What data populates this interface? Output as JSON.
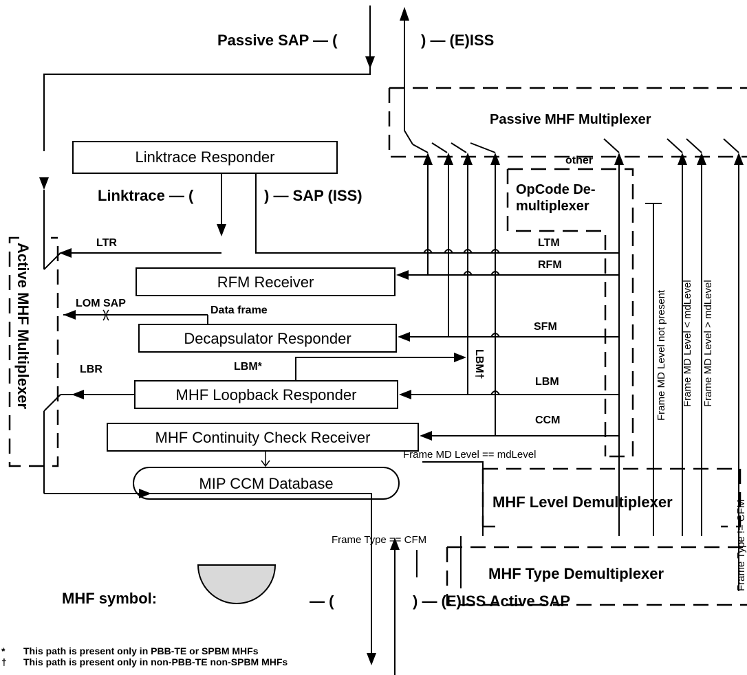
{
  "sap": {
    "passive_prefix": "Passive SAP — (",
    "passive_suffix": ") — (E)ISS",
    "linktrace_prefix": "Linktrace — (",
    "linktrace_suffix": ") — SAP (ISS)",
    "lom": "LOM SAP",
    "active_prefix": "— (",
    "active_suffix": ") — (E)ISS Active SAP"
  },
  "boxes": {
    "linktrace_responder": "Linktrace Responder",
    "rfm_receiver": "RFM Receiver",
    "decapsulator_responder": "Decapsulator Responder",
    "mhf_loopback_responder": "MHF Loopback Responder",
    "mhf_cc_receiver": "MHF Continuity Check Receiver",
    "mip_ccm_database": "MIP CCM Database"
  },
  "groups": {
    "passive_mux": "Passive MHF Multiplexer",
    "active_mux": "Active MHF Multiplexer",
    "opcode_line1": "OpCode De-",
    "opcode_line2": "multiplexer",
    "level_demux": "MHF Level Demultiplexer",
    "type_demux": "MHF Type Demultiplexer"
  },
  "labels": {
    "ltr": "LTR",
    "lbr": "LBR",
    "data_frame": "Data frame",
    "lbm_star": "LBM*",
    "lbm_dagger": "LBM†",
    "ltm": "LTM",
    "rfm": "RFM",
    "sfm": "SFM",
    "lbm": "LBM",
    "ccm": "CCM",
    "other": "other",
    "md_not_present": "Frame MD Level not present",
    "md_lt": "Frame MD Level < mdLevel",
    "md_gt": "Frame MD Level > mdLevel",
    "md_eq": "Frame MD Level == mdLevel",
    "type_eq": "Frame Type == CFM",
    "type_ne": "Frame Type != CFM"
  },
  "legend": {
    "symbol_label": "MHF symbol:",
    "star_mark": "*",
    "star_note": "This path is present only in PBB-TE or SPBM MHFs",
    "dagger_mark": "†",
    "dagger_note": "This path is present only in non-PBB-TE non-SPBM MHFs"
  },
  "colors": {
    "line": "#000000",
    "symbol_fill": "#d9d9d9"
  }
}
